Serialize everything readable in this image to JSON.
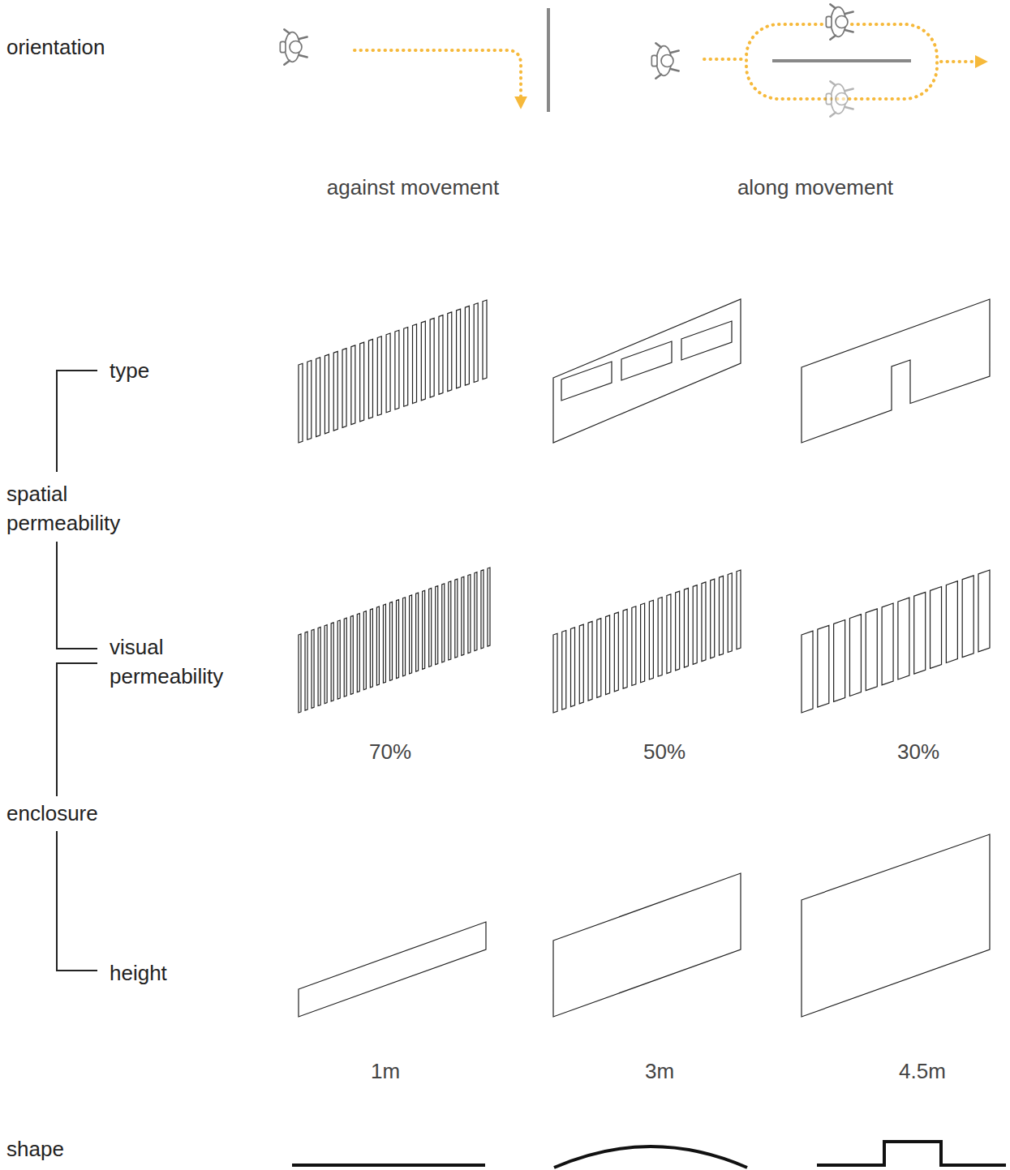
{
  "diagram": {
    "labels": [
      "orientation",
      "against movement",
      "along movement",
      "type",
      "spatial permeability",
      "visual permeability",
      "70%",
      "50%",
      "30%",
      "enclosure",
      "height",
      "1m",
      "3m",
      "4.5m",
      "shape"
    ]
  }
}
